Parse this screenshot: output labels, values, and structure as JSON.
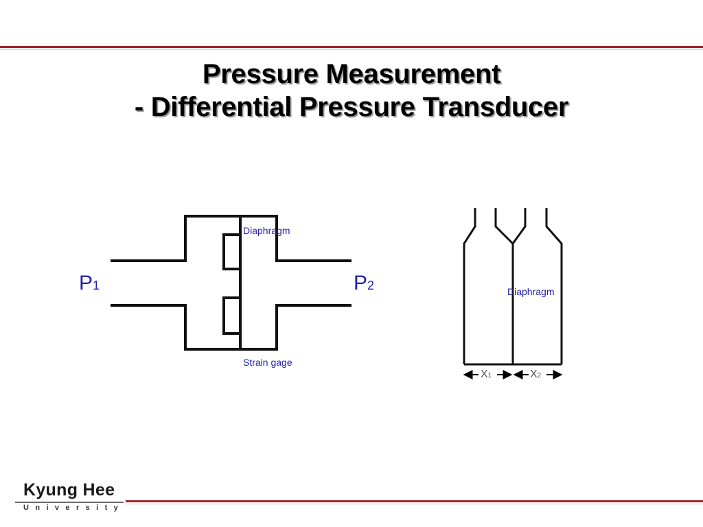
{
  "slide": {
    "title_line1": "Pressure Measurement",
    "title_line2": "- Differential Pressure Transducer",
    "colors": {
      "accent_rule": "#a52228",
      "label_blue": "#2222aa"
    }
  },
  "left_diagram": {
    "diaphragm_label": "Diaphragm",
    "strain_gage_label": "Strain gage",
    "p1_main": "P",
    "p1_sub": "1",
    "p2_main": "P",
    "p2_sub": "2"
  },
  "right_diagram": {
    "diaphragm_label": "Diaphragm",
    "x1_main": "X",
    "x1_sub": "1",
    "x2_main": "X",
    "x2_sub": "2"
  },
  "logo": {
    "main": "Kyung Hee",
    "sub": "University"
  }
}
